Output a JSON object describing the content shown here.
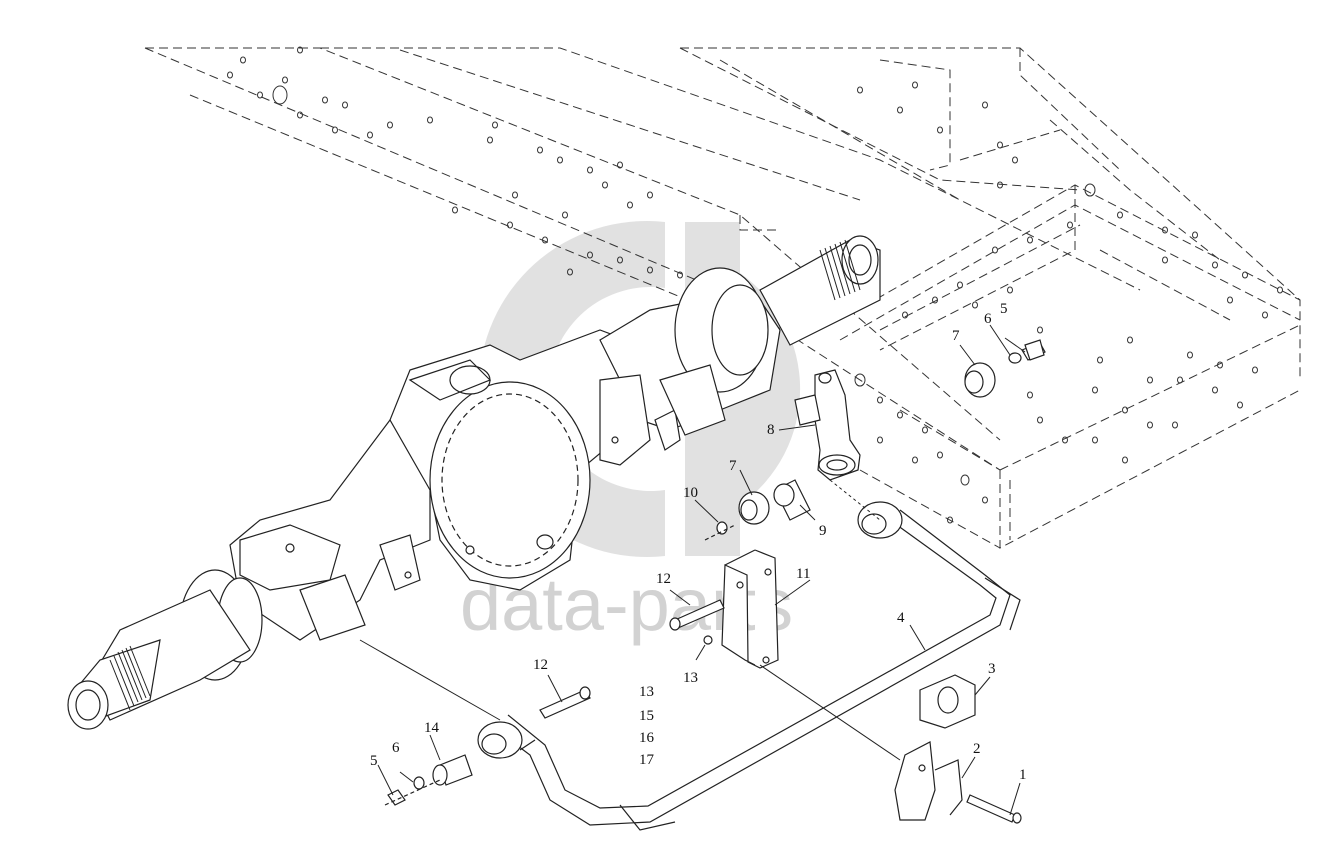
{
  "diagram": {
    "type": "exploded-parts-diagram",
    "line_color": "#222222",
    "watermark": {
      "text": "data-parts",
      "color": "#d4d4d4"
    },
    "callouts": [
      {
        "id": "c1",
        "label": "1"
      },
      {
        "id": "c2",
        "label": "2"
      },
      {
        "id": "c3",
        "label": "3"
      },
      {
        "id": "c4",
        "label": "4"
      },
      {
        "id": "c5a",
        "label": "5"
      },
      {
        "id": "c5b",
        "label": "5"
      },
      {
        "id": "c6a",
        "label": "6"
      },
      {
        "id": "c6b",
        "label": "6"
      },
      {
        "id": "c7a",
        "label": "7"
      },
      {
        "id": "c7b",
        "label": "7"
      },
      {
        "id": "c8",
        "label": "8"
      },
      {
        "id": "c9",
        "label": "9"
      },
      {
        "id": "c10",
        "label": "10"
      },
      {
        "id": "c11",
        "label": "11"
      },
      {
        "id": "c12a",
        "label": "12"
      },
      {
        "id": "c12b",
        "label": "12"
      },
      {
        "id": "c13a",
        "label": "13"
      },
      {
        "id": "c13b",
        "label": "13"
      },
      {
        "id": "c15",
        "label": "15"
      },
      {
        "id": "c16",
        "label": "16"
      },
      {
        "id": "c17",
        "label": "17"
      },
      {
        "id": "c14",
        "label": "14"
      }
    ]
  }
}
